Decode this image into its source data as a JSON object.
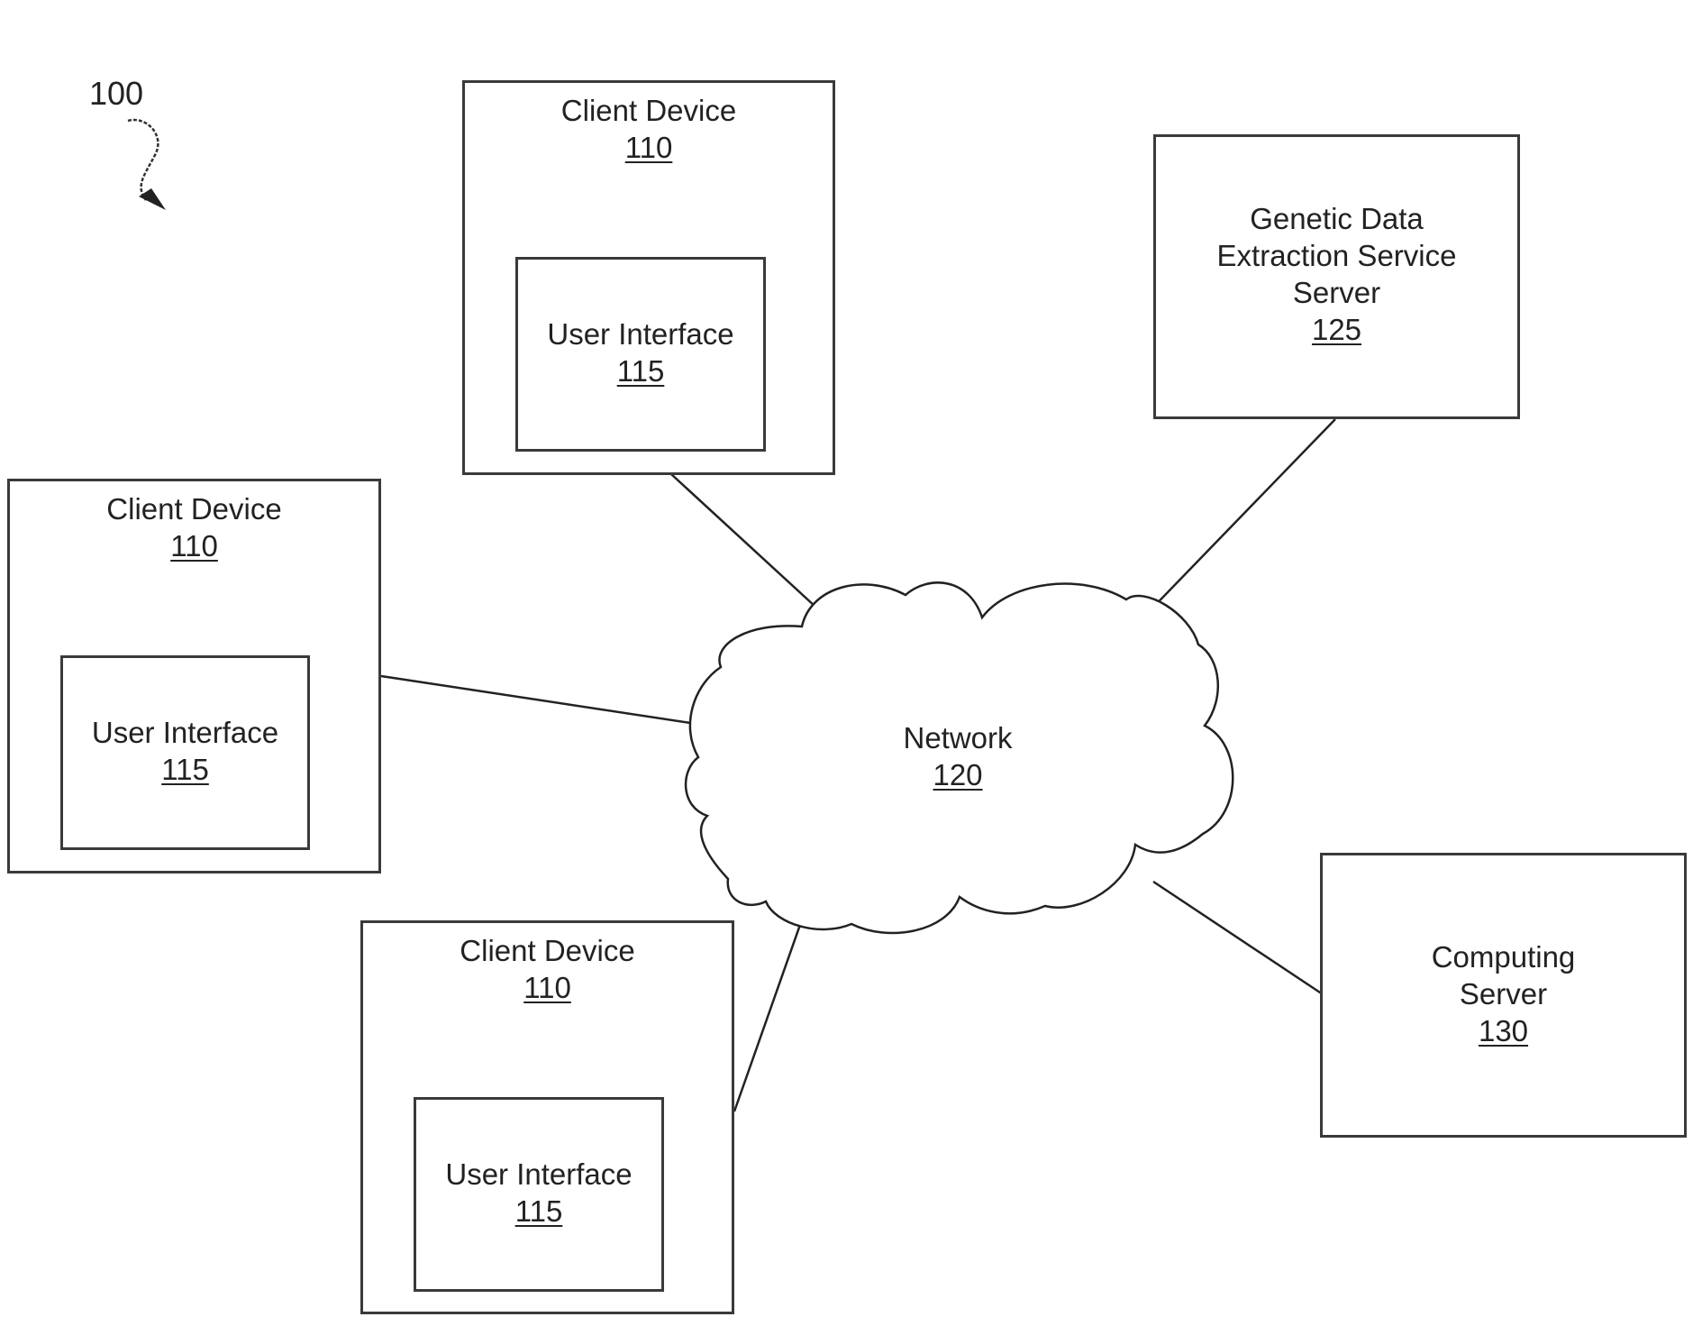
{
  "figure": {
    "reference": "100"
  },
  "network": {
    "name": "Network",
    "number": "120"
  },
  "clients": [
    {
      "device_name": "Client Device",
      "device_number": "110",
      "ui_name": "User Interface",
      "ui_number": "115"
    },
    {
      "device_name": "Client Device",
      "device_number": "110",
      "ui_name": "User Interface",
      "ui_number": "115"
    },
    {
      "device_name": "Client Device",
      "device_number": "110",
      "ui_name": "User Interface",
      "ui_number": "115"
    }
  ],
  "genetic_server": {
    "line1": "Genetic Data",
    "line2": "Extraction Service",
    "line3": "Server",
    "number": "125"
  },
  "computing_server": {
    "line1": "Computing",
    "line2": "Server",
    "number": "130"
  }
}
